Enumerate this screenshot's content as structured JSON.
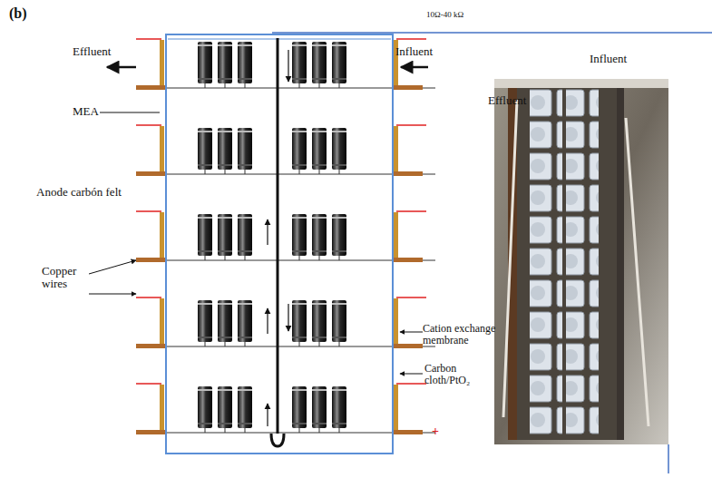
{
  "diagram": {
    "labels": [
      "(b)",
      "10Ω-40 kΩ",
      "Effluent",
      "Influent",
      "MEA",
      "Anode carbón felt",
      "Copper wires",
      "Cation exchange membrane",
      "Carbon cloth/PtO₂",
      "+",
      "Influent",
      "Effluent"
    ]
  }
}
